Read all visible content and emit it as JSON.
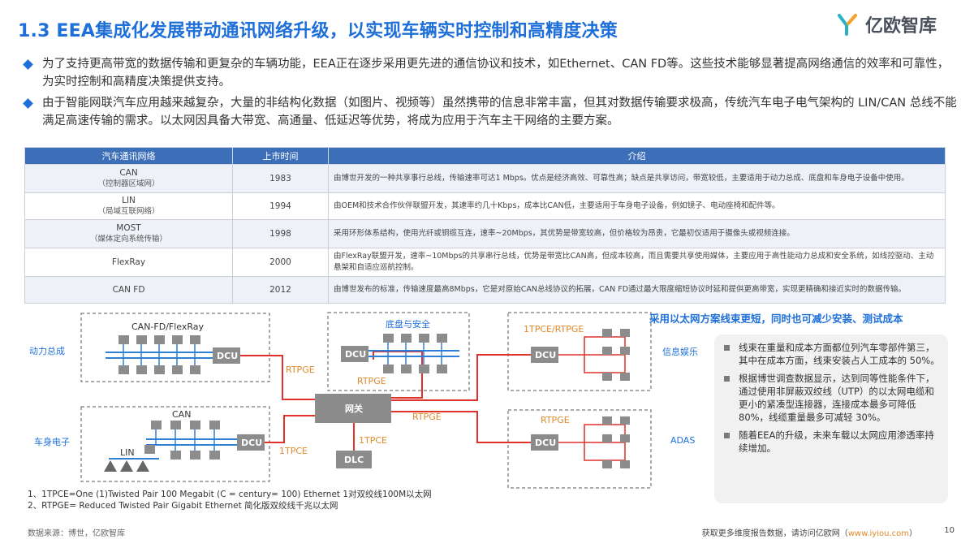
{
  "header": {
    "title": "1.3 EEA集成化发展带动通讯网络升级，以实现车辆实时控制和高精度决策",
    "logo_text": "亿欧智库"
  },
  "bullets": [
    "为了支持更高带宽的数据传输和更复杂的车辆功能，EEA正在逐步采用更先进的通信协议和技术，如Ethernet、CAN FD等。这些技术能够显著提高网络通信的效率和可靠性，为实时控制和高精度决策提供支持。",
    "由于智能网联汽车应用越来越复杂，大量的非结构化数据（如图片、视频等）虽然携带的信息非常丰富，但其对数据传输要求极高，传统汽车电子电气架构的 LIN/CAN 总线不能满足高速传输的需求。以太网因具备大带宽、高通量、低延迟等优势，将成为应用于汽车主干网络的主要方案。"
  ],
  "table": {
    "headers": [
      "汽车通讯网络",
      "上市时间",
      "介绍"
    ],
    "rows": [
      {
        "name": "CAN",
        "sub": "（控制器区域网）",
        "year": "1983",
        "desc": "由博世开发的一种共享事行总线，传输速率可达1 Mbps。优点是经济高效、可靠性高；缺点是共享访问，带宽较低，主要适用于动力总成、底盘和车身电子设备中使用。"
      },
      {
        "name": "LIN",
        "sub": "（局域互联网络）",
        "year": "1994",
        "desc": "由OEM和技术合作伙伴联盟开发，其速率约几十Kbps，成本比CAN低，主要适用于车身电子设备，例如镜子、电动座椅和配件等。"
      },
      {
        "name": "MOST",
        "sub": "（媒体定向系统传输）",
        "year": "1998",
        "desc": "采用环形体系结构，使用光纤或铜缆互连，速率~20Mbps，其优势是带宽较高，但价格较为昂贵，它最初仅适用于摄像头或视频连接。"
      },
      {
        "name": "FlexRay",
        "sub": "",
        "year": "2000",
        "desc": "由FlexRay联盟开发，速率~10Mbps的共享串行总线，优势是带宽比CAN高，但成本较高，而且需要共享使用媒体，主要应用于高性能动力总成和安全系统，如线控驱动、主动悬架和自适应巡航控制。"
      },
      {
        "name": "CAN FD",
        "sub": "",
        "year": "2012",
        "desc": "由博世发布的标准，传输速度最高8Mbps，它是对原始CAN总线协议的拓展，CAN FD通过最大限度缩短协议时延和提供更高带宽，实现更精确和接近实时的数据传输。"
      }
    ]
  },
  "diagram": {
    "callout": "采用以太网方案线束更短，同时也可减少安装、测试成本",
    "labels": {
      "powertrain": "动力总成",
      "body": "车身电子",
      "infotainment": "信息娱乐",
      "adas": "ADAS",
      "can_fd_flexray": "CAN-FD/FlexRay",
      "can": "CAN",
      "lin": "LIN",
      "chassis": "底盘与安全",
      "dcu": "DCU",
      "gateway": "网关",
      "dlc": "DLC",
      "rtpge": "RTPGE",
      "tpce": "1TPCE",
      "tpce_rtpge": "1TPCE/RTPGE"
    },
    "notes": [
      "1、1TPCE=One (1)Twisted Pair 100 Megabit (C = century= 100) Ethernet  1对双绞线100M以太网",
      "2、RTPGE= Reduced Twisted Pair Gigabit Ethernet  简化版双绞线千兆以太网"
    ]
  },
  "sidebar_notes": [
    "线束在重量和成本方面都位列汽车零部件第三，其中在成本方面，线束安装占人工成本的 50%。",
    "根据博世调查数据显示，达到同等性能条件下，通过使用非屏蔽双绞线（UTP）的以太网电缆和更小的紧凑型连接器，连接成本最多可降低80%，线缆重量最多可减轻 30%。",
    "随着EEA的升级，未来车载以太网应用渗透率持续增加。"
  ],
  "footer": {
    "source": "数据来源：博世，亿欧智库",
    "cta_prefix": "获取更多维度报告数据，请访问亿欧网（",
    "cta_link": "www.iyiou.com",
    "cta_suffix": "）",
    "page": "10"
  },
  "colors": {
    "title_blue": "#1e6fd9",
    "header_blue": "#3d6fb8",
    "line_blue": "#2e7fd6",
    "line_red": "#e0312b",
    "accent_orange": "#e08a2c",
    "box_gray": "#8c8c8c"
  }
}
